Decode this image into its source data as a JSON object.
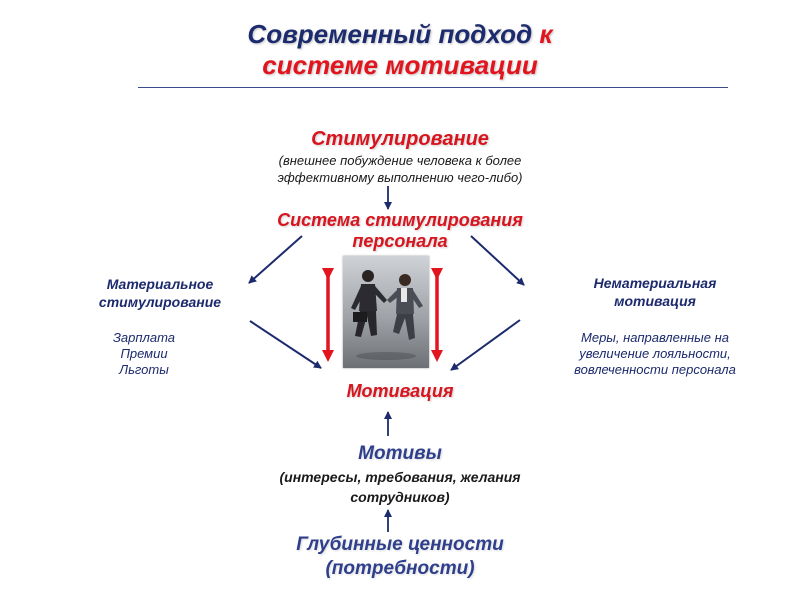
{
  "title": {
    "line1_part1": "Современный подход",
    "line1_part2": "к",
    "line2": "системе мотивации"
  },
  "stimulation": {
    "title": "Стимулирование",
    "subtitle_line1": "(внешнее побуждение человека к более",
    "subtitle_line2": "эффективному выполнению чего-либо)"
  },
  "system": {
    "line1": "Система стимулирования",
    "line2": "персонала"
  },
  "material": {
    "title_line1": "Материальное",
    "title_line2": "стимулирование",
    "items": [
      "Зарплата",
      "Премии",
      "Льготы"
    ]
  },
  "nonmaterial": {
    "title_line1": "Нематериальная",
    "title_line2": "мотивация",
    "items": [
      "Меры, направленные на",
      "увеличение лояльности,",
      "вовлеченности персонала"
    ]
  },
  "motivation": {
    "label": "Мотивация"
  },
  "motives": {
    "title": "Мотивы",
    "subtitle_line1": "(интересы, требования, желания",
    "subtitle_line2": "сотрудников)"
  },
  "values": {
    "line1": "Глубинные ценности",
    "line2": "(потребности)"
  },
  "colors": {
    "navy": "#1c2a6e",
    "red": "#e2141e",
    "arrow_blue": "#1c2a6e",
    "arrow_red": "#e2141e"
  }
}
